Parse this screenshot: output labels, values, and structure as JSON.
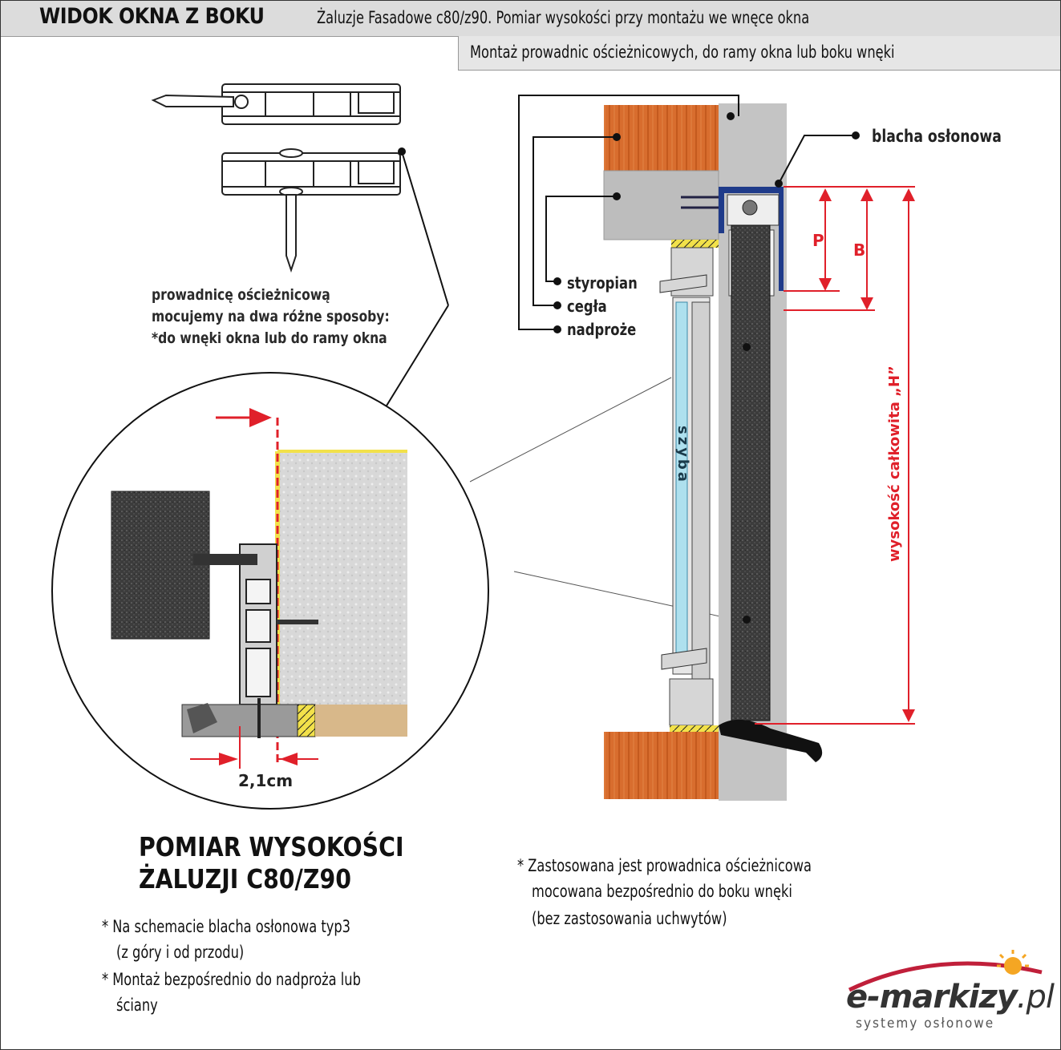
{
  "header": {
    "title": "WIDOK OKNA Z BOKU",
    "subtitle": "Żaluzje Fasadowe c80/z90.  Pomiar wysokości przy montażu we wnęce okna",
    "subheader": "Montaż prowadnic ościeżnicowych, do ramy okna lub boku wnęki"
  },
  "left_note": {
    "line1": "prowadnicę ościeżnicową",
    "line2": "mocujemy na dwa różne sposoby:",
    "line3": "*do wnęki okna lub do ramy okna"
  },
  "detail": {
    "dimension": "2,1cm"
  },
  "labels": {
    "styropian": "styropian",
    "cegla": "cegła",
    "nadproze": "nadproże",
    "blacha": "blacha osłonowa",
    "szyba": "szyba",
    "p": "P",
    "b": "B",
    "height": "wysokość całkowita „H”"
  },
  "measurement": {
    "title1": "POMIAR WYSOKOŚCI",
    "title2": "ŻALUZJI C80/Z90",
    "note1a": "* Na schemacie blacha osłonowa typ3",
    "note1b": "(z góry i od przodu)",
    "note2a": "* Montaż bezpośrednio do nadproża lub",
    "note2b": "ściany"
  },
  "right_note": {
    "line1": "* Zastosowana jest prowadnica ościeżnicowa",
    "line2": "mocowana bezpośrednio do boku wnęki",
    "line3": "(bez zastosowania uchwytów)"
  },
  "logo": {
    "brand": "e-markizy",
    "tld": ".pl",
    "tagline": "systemy osłonowe"
  },
  "colors": {
    "red": "#e0202a",
    "brick": "#d86d2e",
    "concrete": "#b8b8b8",
    "stone": "#3a3a3a",
    "glass": "#aee0ee",
    "yellow": "#f2e14a"
  }
}
